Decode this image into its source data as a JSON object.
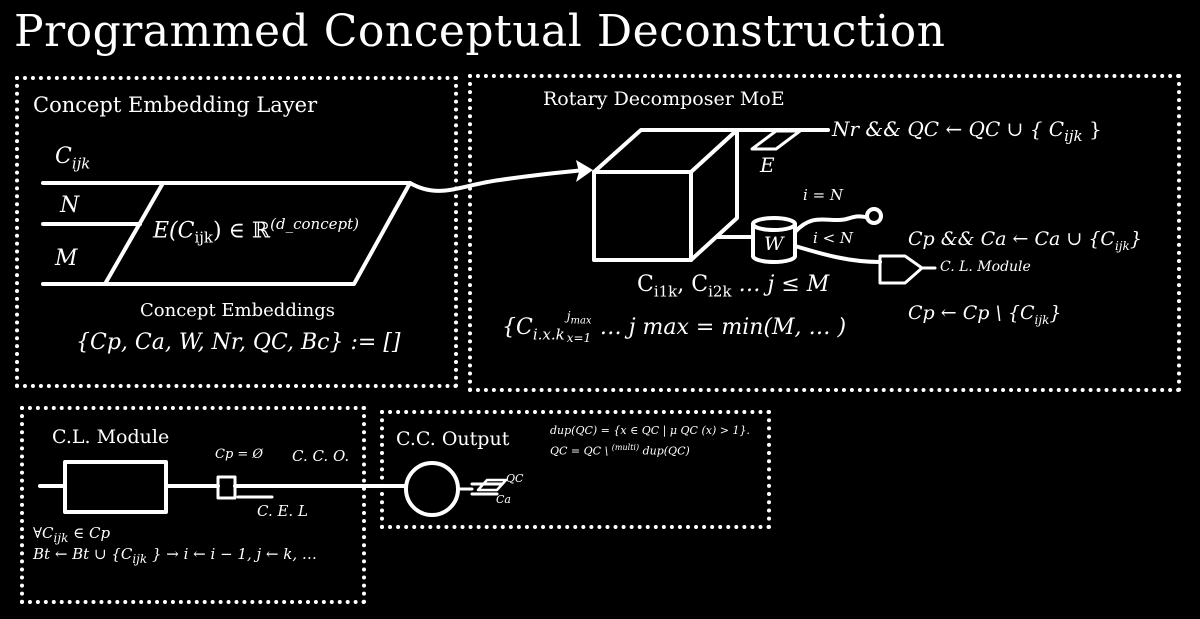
{
  "title": "Programmed Conceptual Deconstruction",
  "concept_layer": {
    "heading": "Concept Embedding Layer",
    "input_c": "C",
    "input_c_sub": "ijk",
    "input_n": "N",
    "input_m": "M",
    "embedding_fn": "E(C",
    "embedding_fn_sub": "ijk",
    "embedding_rest": ") ∈ ℝ",
    "embedding_sup": "(d_concept)",
    "embeddings_label": "Concept Embeddings",
    "init_statement": "{Cp, Ca, W, Nr, QC, Bc}  :=  []"
  },
  "decomposer": {
    "heading": "Rotary Decomposer MoE",
    "nr_update": "Nr && QC ← QC ∪ { C",
    "nr_update_sub": "ijk",
    "nr_update_end": " }",
    "expert_label": "E",
    "loop_eq": "i = N",
    "loop_lt": "i < N",
    "w_label": "W",
    "cp_ca_update": "Cp && Ca ← Ca ∪ {C",
    "cp_ca_sub": "ijk",
    "cp_ca_end": "}",
    "cl_module_tag": "C. L. Module",
    "cp_remove": "Cp ← Cp \\ {C",
    "cp_remove_sub": "ijk",
    "cp_remove_end": "}",
    "c_seq_1": "C",
    "c_seq_1_sub": "i1k",
    "c_seq_2": ", C",
    "c_seq_2_sub": "i2k",
    "c_seq_rest": " …  j  ≤  M",
    "set_open": "{C",
    "set_sub": "i.x.k",
    "set_sup": "j",
    "set_sup_sub": "max",
    "set_lower": "x=1",
    "set_rest": " … j max  = min(M, … )"
  },
  "cl_module": {
    "heading": "C.L. Module",
    "cp_empty": "Cp  =  Ø",
    "cco_label": "C. C. O.",
    "cel_label": "C. E. L",
    "forall": "∀C",
    "forall_sub": "ijk",
    "forall_end": " ∈ Cp",
    "bt_update": "Bt ← Bt ∪ {C",
    "bt_sub": "ijk",
    "bt_end": " } → i ← i − 1, j ← k, …"
  },
  "cc_output": {
    "heading": "C.C. Output",
    "dup_def": "dup(QC) = {x ∈ QC  |  μ QC (x) > 1}.",
    "qc_def": "QC = QC \\ ",
    "qc_sup": "(multi)",
    "qc_end": " dup(QC)",
    "qc_tag": "QC",
    "ca_tag": "Ca"
  }
}
